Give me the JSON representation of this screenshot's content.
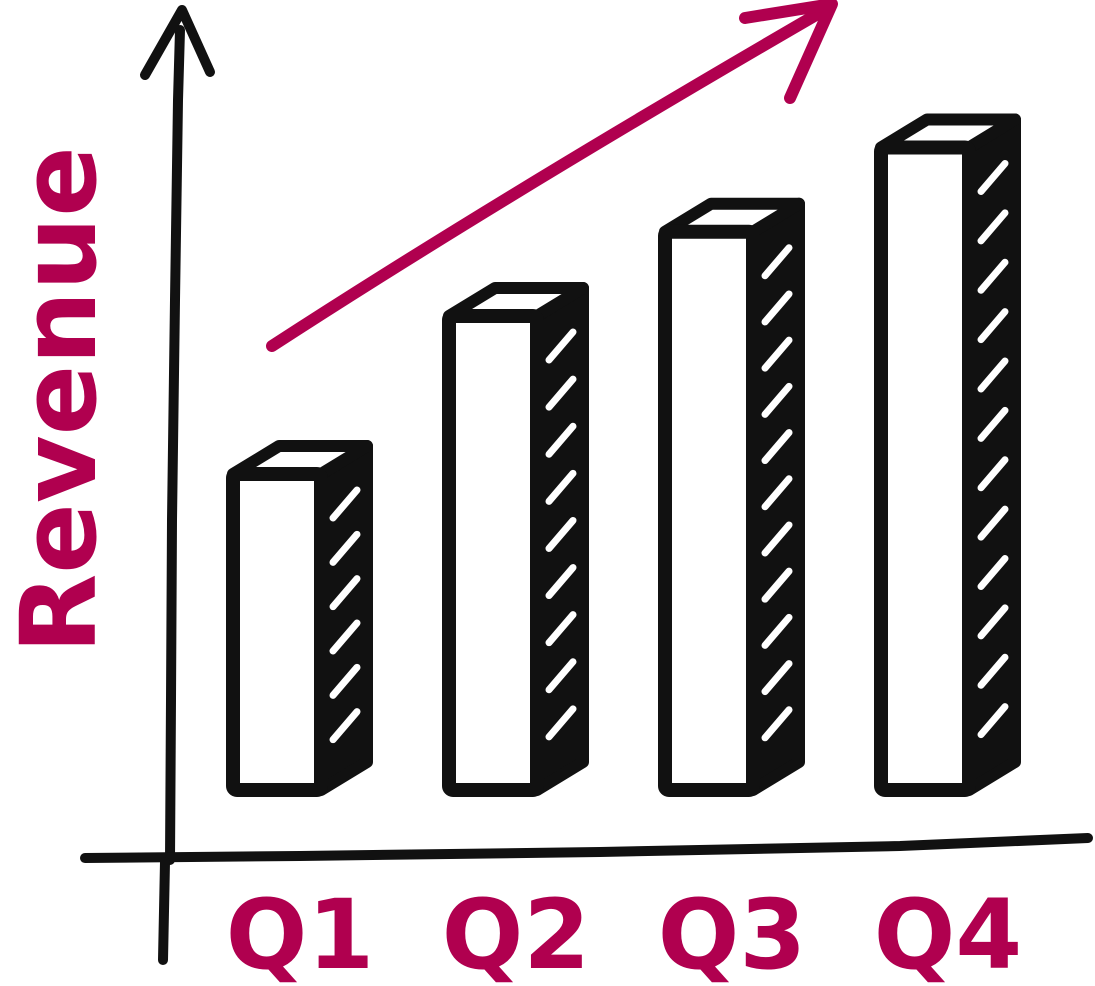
{
  "chart_data": {
    "type": "bar",
    "categories": [
      "Q1",
      "Q2",
      "Q3",
      "Q4"
    ],
    "values": [
      30,
      45,
      53,
      61
    ],
    "title": "",
    "xlabel": "",
    "ylabel": "Revenue",
    "ylim": [
      0,
      75
    ],
    "grid": false,
    "legend": "none",
    "trend_arrow": "up",
    "colors": {
      "accent": "#b0004f",
      "ink": "#111111",
      "background": "#ffffff"
    }
  }
}
